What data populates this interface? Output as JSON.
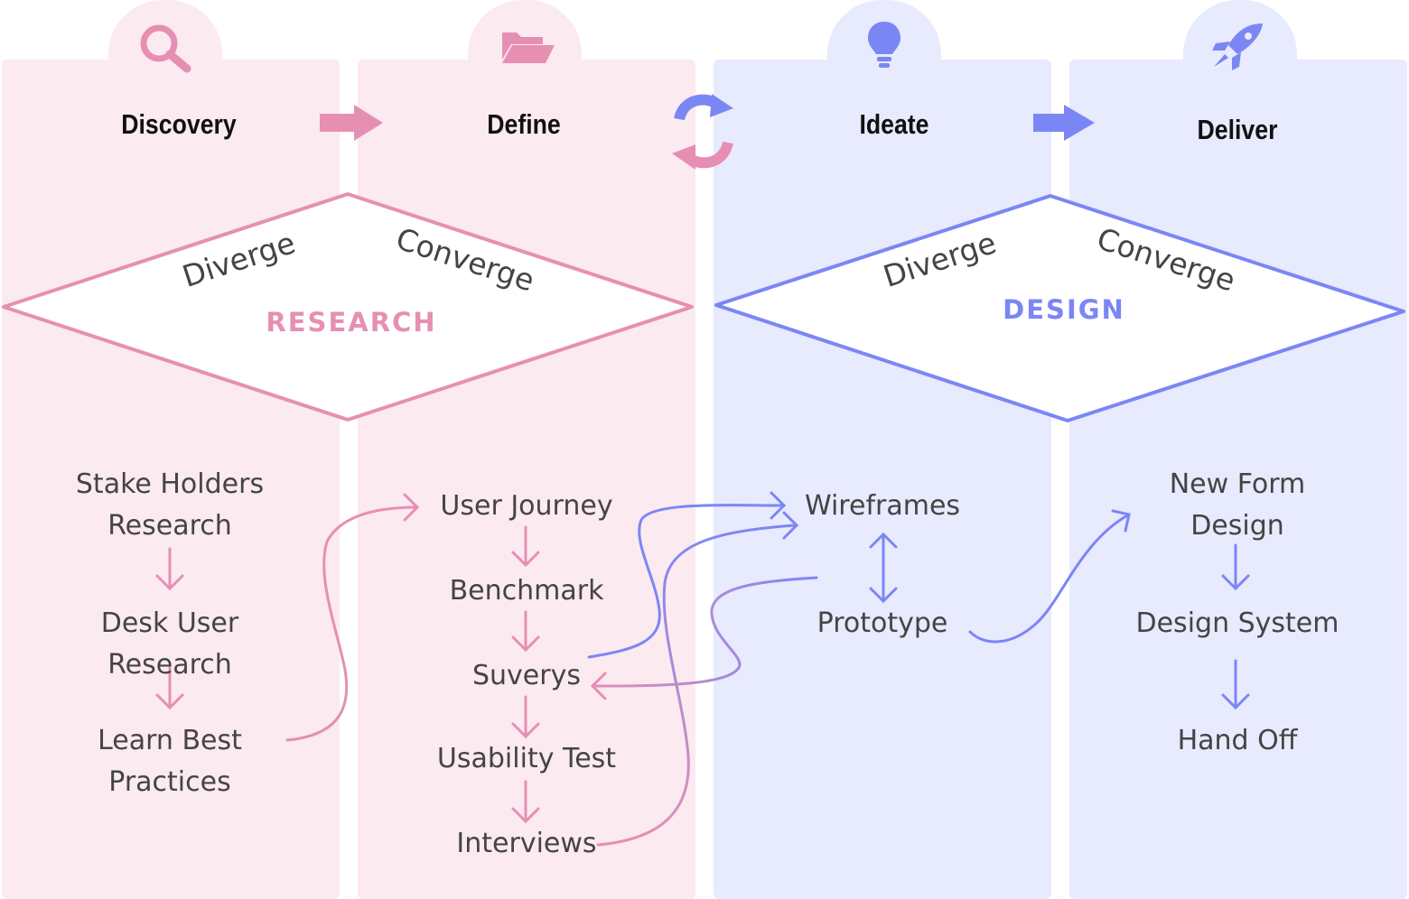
{
  "colors": {
    "pink_bg": "#fbeaf0",
    "blue_bg": "#e8eafd",
    "pink_accent": "#e68fb3",
    "blue_accent": "#7b86f5"
  },
  "phases": [
    {
      "title": "Discovery",
      "icon": "search-icon"
    },
    {
      "title": "Define",
      "icon": "folder-open-icon"
    },
    {
      "title": "Ideate",
      "icon": "lightbulb-icon"
    },
    {
      "title": "Deliver",
      "icon": "rocket-icon"
    }
  ],
  "diamonds": [
    {
      "title": "RESEARCH",
      "diverge": "Diverge",
      "converge": "Converge"
    },
    {
      "title": "DESIGN",
      "diverge": "Diverge",
      "converge": "Converge"
    }
  ],
  "discovery_items": [
    "Stake Holders Research",
    "Desk User Research",
    "Learn Best Practices"
  ],
  "define_items": [
    "User Journey",
    "Benchmark",
    "Suverys",
    "Usability Test",
    "Interviews"
  ],
  "ideate_items": [
    "Wireframes",
    "Prototype"
  ],
  "deliver_items": [
    "New Form Design",
    "Design System",
    "Hand Off"
  ]
}
